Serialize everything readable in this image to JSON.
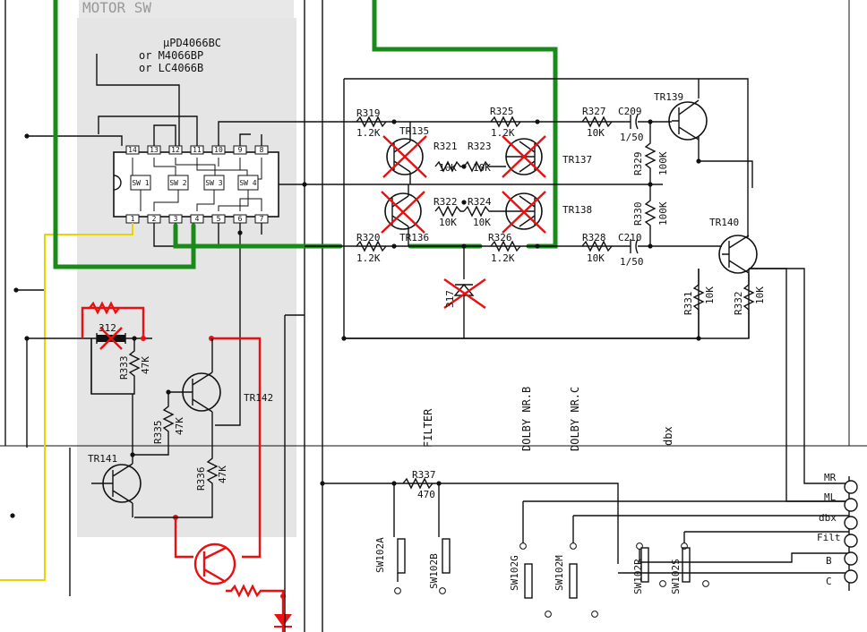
{
  "ic": {
    "title": "MOTOR SW",
    "part_line1": "μPD4066BC",
    "part_line2": "or  M4066BP",
    "part_line3": "or  LC4066B",
    "top_pins": [
      "14",
      "13",
      "12",
      "11",
      "10",
      "9",
      "8"
    ],
    "bottom_pins": [
      "1",
      "2",
      "3",
      "4",
      "5",
      "6",
      "7"
    ],
    "switches": [
      "SW 1",
      "SW 2",
      "SW 3",
      "SW 4"
    ]
  },
  "resistors": {
    "r319": "R319",
    "r319_val": "1.2K",
    "r325": "R325",
    "r325_val": "1.2K",
    "r327": "R327",
    "r327_val": "10K",
    "r321": "R321",
    "r321_val": "10K",
    "r323": "R323",
    "r323_val": "10K",
    "r329": "R329",
    "r329_val": "100K",
    "r322": "R322",
    "r322_val": "10K",
    "r324": "R324",
    "r324_val": "10K",
    "r330": "R330",
    "r330_val": "100K",
    "r320": "R320",
    "r320_val": "1.2K",
    "r326": "R326",
    "r326_val": "1.2K",
    "r328": "R328",
    "r328_val": "10K",
    "r331": "R331",
    "r331_val": "10K",
    "r332": "R332",
    "r332_val": "10K",
    "r333": "R333",
    "r333_val": "47K",
    "r335": "R335",
    "r335_val": "47K",
    "r336": "R336",
    "r336_val": "47K",
    "r337": "R337",
    "r337_val": "470"
  },
  "capacitors": {
    "c209": "C209",
    "c209_val": "1/50",
    "c210": "C210",
    "c210_val": "1/50"
  },
  "transistors": {
    "tr135": "TR135",
    "tr136": "TR136",
    "tr137": "TR137",
    "tr138": "TR138",
    "tr139": "TR139",
    "tr140": "TR140",
    "tr141": "TR141",
    "tr142": "TR142"
  },
  "diodes": {
    "d312": "312",
    "d317": "317"
  },
  "functions": {
    "filter": "FILTER",
    "dolby_b": "DOLBY NR.B",
    "dolby_c": "DOLBY NR.C",
    "dbx": "dbx"
  },
  "switches": {
    "sw102a": "SW102A",
    "sw102b": "SW102B",
    "sw102g": "SW102G",
    "sw102m": "SW102M",
    "sw102r": "SW102R",
    "sw102s": "SW102S"
  },
  "connector": [
    "MR",
    "ML",
    "dbx",
    "Filt",
    "B",
    "C"
  ],
  "colors": {
    "green_trace": "#1a8a1a",
    "red_mod": "#e81010",
    "yellow_trace": "#e8d400"
  }
}
